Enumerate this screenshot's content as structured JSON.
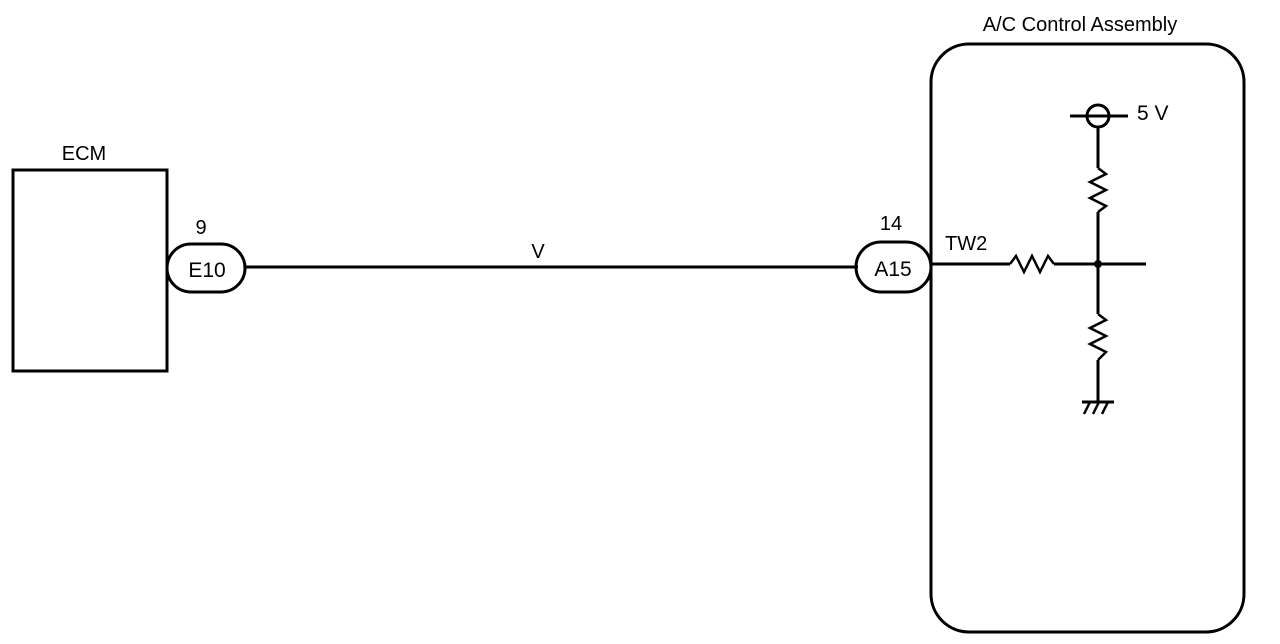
{
  "ecm": {
    "label": "ECM",
    "pin": "9",
    "connector": "E10"
  },
  "wire": {
    "color_code": "V"
  },
  "ac_assembly": {
    "label": "A/C Control Assembly",
    "pin": "14",
    "connector": "A15",
    "signal": "TW2",
    "supply_voltage": "5 V"
  },
  "colors": {
    "line": "#000000",
    "background": "#ffffff"
  }
}
